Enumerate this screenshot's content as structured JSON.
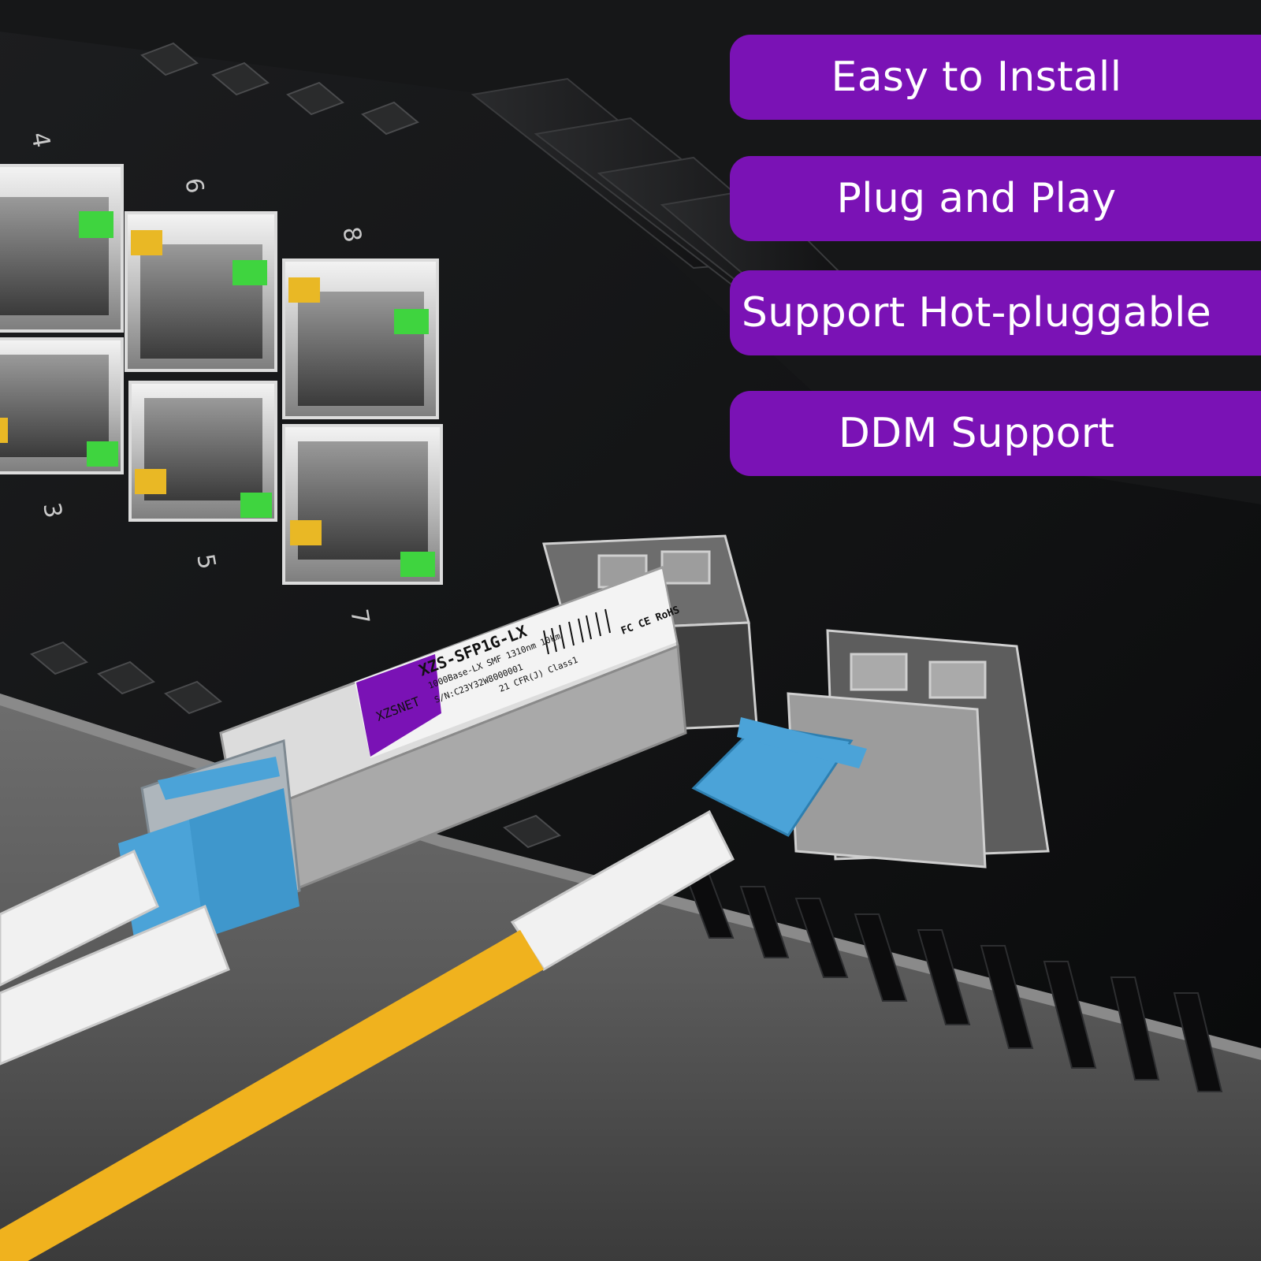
{
  "features": [
    {
      "label": "Easy to Install"
    },
    {
      "label": "Plug and Play"
    },
    {
      "label": "Support Hot-pluggable"
    },
    {
      "label": "DDM Support"
    }
  ],
  "ports": [
    "4",
    "6",
    "8",
    "3",
    "5",
    "7"
  ],
  "module_label": {
    "brand": "XZSNET",
    "model": "XZS-SFP1G-LX",
    "spec": "1000Base-LX SMF 1310nm 10km",
    "serial": "S/N:C23Y32W8000001",
    "class": "21 CFR(J) Class1",
    "marks": "FC CE RoHS"
  },
  "colors": {
    "accent": "#7a12b5",
    "connector": "#4ba3d8",
    "fiber": "#f0b21e",
    "led_green": "#3fd43f",
    "led_yellow": "#e9b825"
  }
}
